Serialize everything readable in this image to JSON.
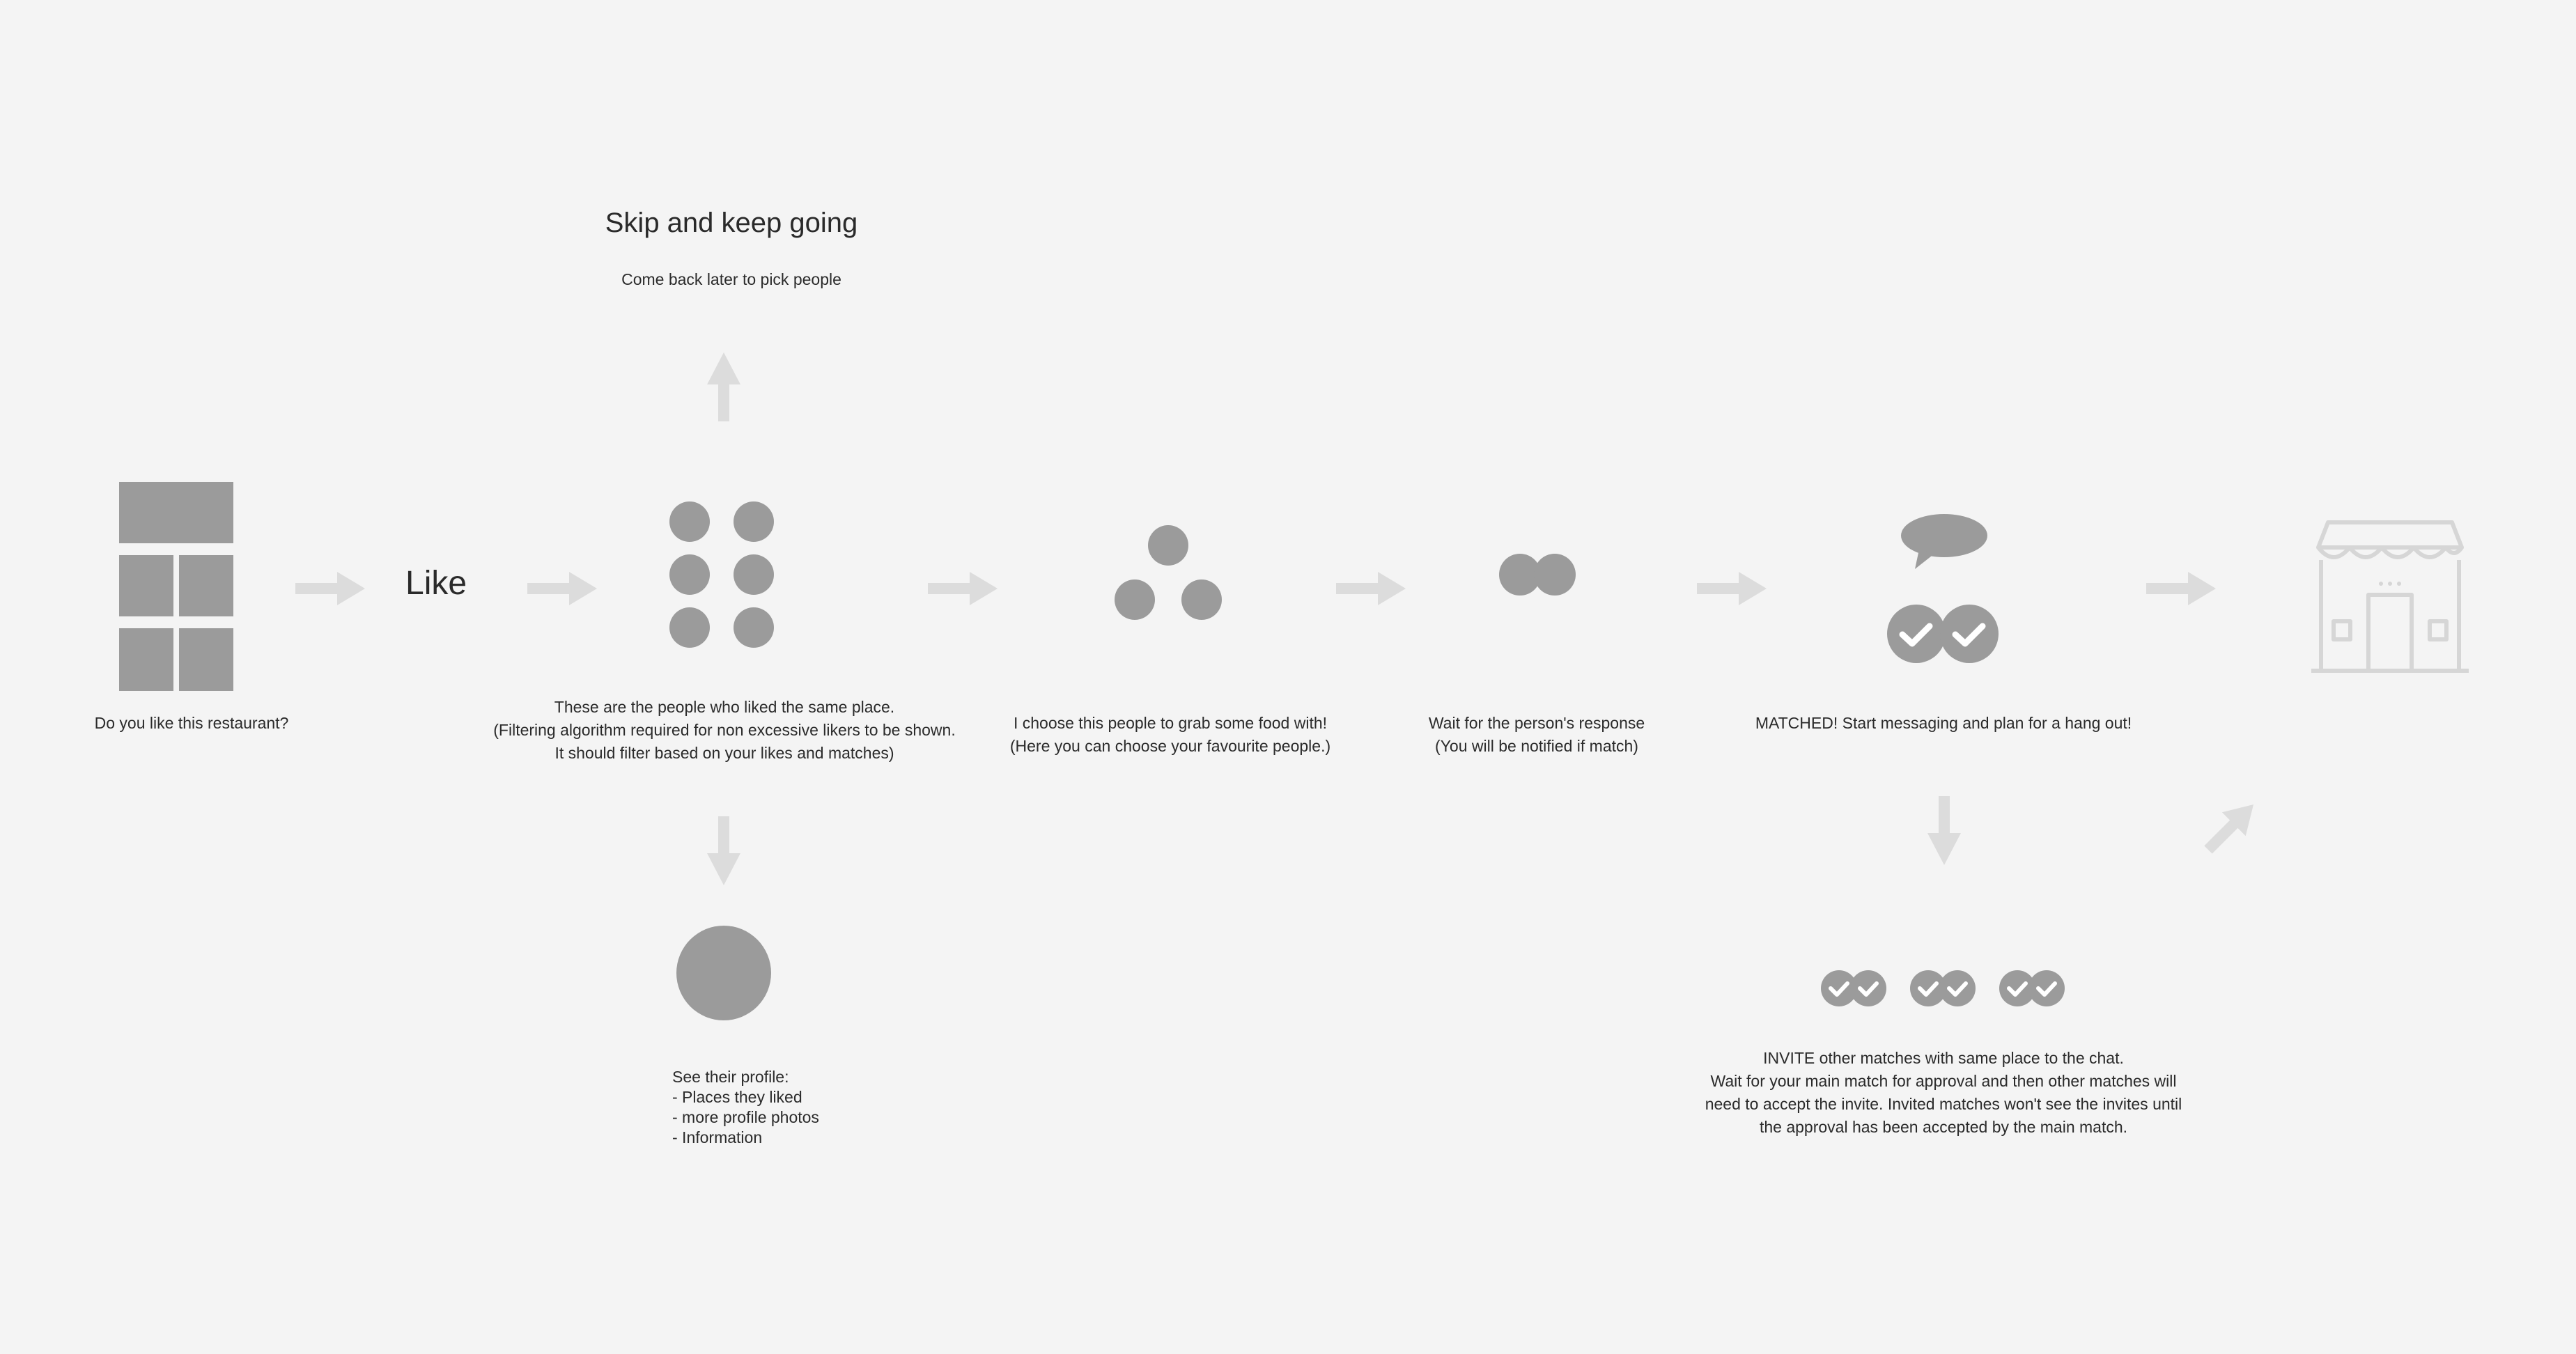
{
  "steps": {
    "restaurant": {
      "caption": "Do you like this restaurant?",
      "icon": "restaurant-grid-icon"
    },
    "like": {
      "label": "Like"
    },
    "people": {
      "caption": "These are the people who liked the same place.\n(Filtering algorithm required for non excessive likers to be shown.\nIt should filter based on your likes and matches)",
      "icon": "people-grid-icon"
    },
    "skip": {
      "title": "Skip and keep going",
      "subtitle": "Come back later to pick people"
    },
    "profile": {
      "caption": "See their profile:\n- Places they liked\n- more profile photos\n- Information",
      "icon": "profile-avatar-icon"
    },
    "choose": {
      "caption": "I choose this people to grab some food with!\n(Here you can choose your favourite people.)",
      "icon": "three-people-icon"
    },
    "wait": {
      "caption": "Wait for the person's response\n(You will be notified if match)",
      "icon": "pair-icon"
    },
    "matched": {
      "caption": "MATCHED! Start messaging and plan for a hang out!",
      "icons": [
        "chat-bubble-icon",
        "double-check-icon"
      ]
    },
    "invite": {
      "caption": "INVITE other matches with same place to the chat.\nWait for your main match for approval and then other matches will\nneed to accept the invite. Invited matches won't see the invites until\nthe approval has been accepted by the main match.",
      "icon": "group-checks-icon"
    },
    "store": {
      "icon": "storefront-icon"
    }
  },
  "colors": {
    "background": "#f4f4f4",
    "shape": "#9b9b9b",
    "arrow": "#dcdcdc",
    "store_line": "#d6d6d6",
    "text": "#2b2b2b"
  }
}
